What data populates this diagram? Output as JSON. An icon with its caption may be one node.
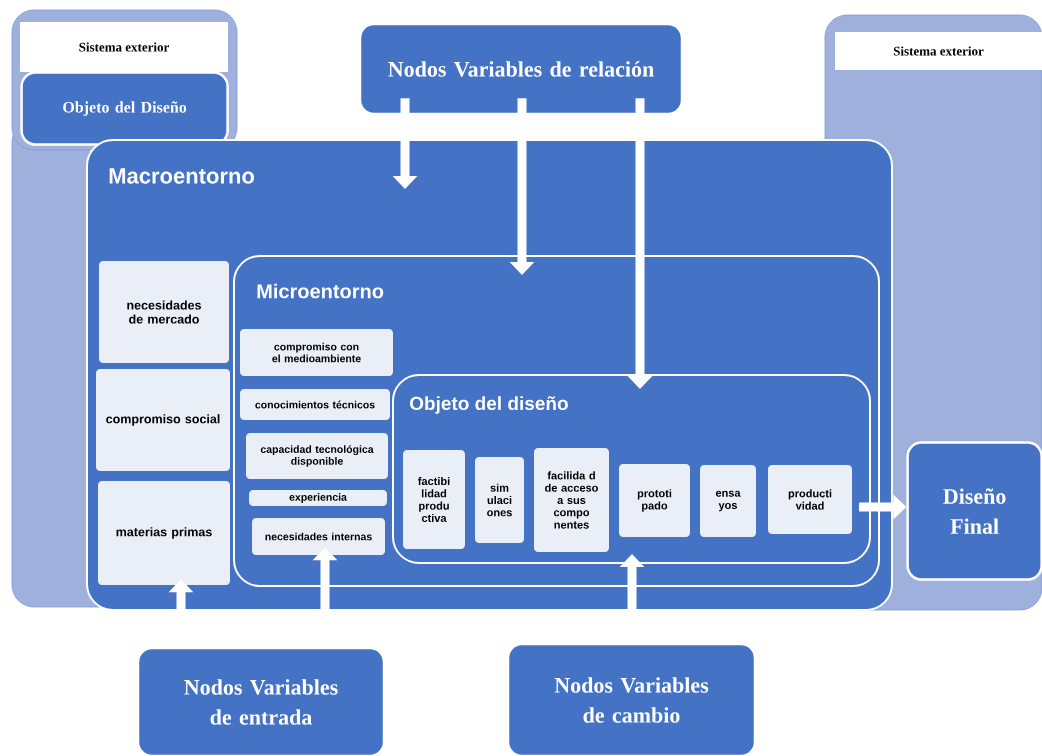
{
  "diagram": {
    "nodes": [
      {
        "text": [
          "Sistema exterior"
        ]
      },
      {
        "text": [
          "Objeto del Diseño"
        ],
        "in": 0
      },
      {
        "text": [
          "Sistema exterior"
        ]
      },
      {
        "text": [
          "Diseño Final"
        ],
        "in": 2
      },
      {
        "text": [
          "Nodos Variables de relación"
        ]
      },
      {
        "text": [
          "Macroentorno"
        ]
      },
      {
        "text": [
          "necesidades de mercado"
        ],
        "in": 5
      },
      {
        "text": [
          "compromiso social"
        ],
        "in": 5
      },
      {
        "text": [
          "materias primas"
        ],
        "in": 5
      },
      {
        "text": [
          "Microentorno"
        ],
        "in": 5
      },
      {
        "text": [
          "compromiso con el medioambiente"
        ],
        "in": 9
      },
      {
        "text": [
          "conocimientos técnicos"
        ],
        "in": 9
      },
      {
        "text": [
          "capacidad tecnológica disponible"
        ],
        "in": 9
      },
      {
        "text": [
          "experiencia"
        ],
        "in": 9
      },
      {
        "text": [
          "necesidades internas"
        ],
        "in": 9
      },
      {
        "text": [
          "Objeto del diseño"
        ],
        "in": 9
      },
      {
        "text": [
          "factibi lidad produ ctiva"
        ],
        "in": 15
      },
      {
        "text": [
          "sim ulaci ones"
        ],
        "in": 15
      },
      {
        "text": [
          "facilida d de acceso a sus compo nentes"
        ],
        "in": 15
      },
      {
        "text": [
          "prototi pado"
        ],
        "in": 15
      },
      {
        "text": [
          "ensa yos"
        ],
        "in": 15
      },
      {
        "text": [
          "producti vidad"
        ],
        "in": 15
      },
      {
        "text": [
          "Nodos Variables de entrada"
        ]
      },
      {
        "text": [
          "Nodos Variables de cambio"
        ]
      }
    ],
    "edges": [
      {
        "from": 4,
        "to": 5,
        "arrow": "to"
      },
      {
        "from": 4,
        "to": 9,
        "arrow": "to"
      },
      {
        "from": 4,
        "to": 15,
        "arrow": "to"
      },
      {
        "from": 22,
        "to": 8,
        "arrow": "to"
      },
      {
        "from": 22,
        "to": 14,
        "arrow": "to"
      },
      {
        "from": 23,
        "to": 15,
        "arrow": "to"
      },
      {
        "from": 15,
        "to": 3,
        "arrow": "to"
      }
    ]
  }
}
